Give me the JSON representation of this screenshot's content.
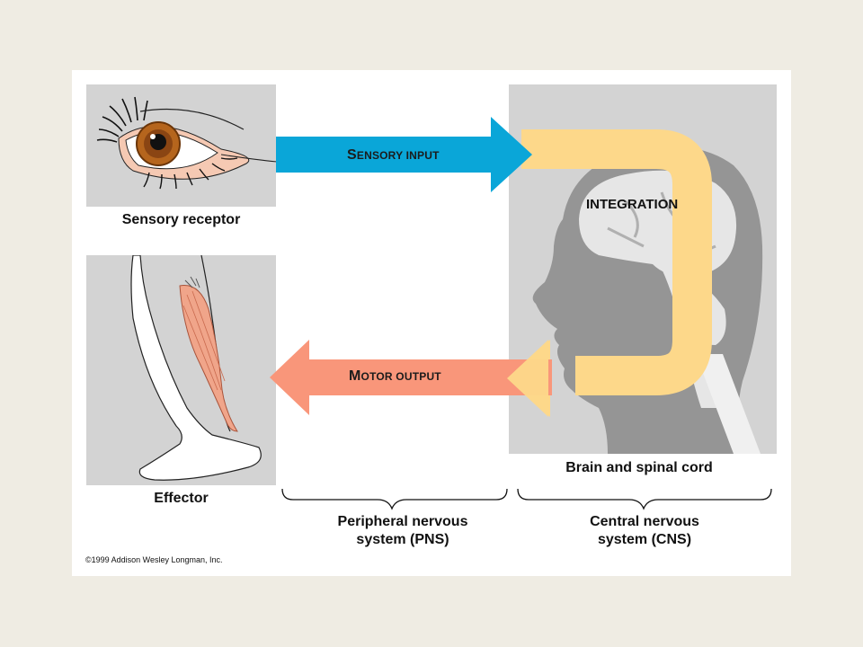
{
  "sensory_receptor": {
    "label": "Sensory receptor"
  },
  "effector": {
    "label": "Effector"
  },
  "sensory_input": {
    "first": "S",
    "rest": "ENSORY INPUT"
  },
  "motor_output": {
    "first": "M",
    "rest": "OTOR OUTPUT"
  },
  "integration": {
    "label": "INTEGRATION"
  },
  "brain_label": "Brain and spinal cord",
  "pns": {
    "line1": "Peripheral nervous",
    "line2": "system (PNS)"
  },
  "cns": {
    "line1": "Central nervous",
    "line2": "system (CNS)"
  },
  "copyright": "©1999 Addison Wesley Longman, Inc.",
  "colors": {
    "sensory_arrow": "#0aa6d8",
    "motor_arrow": "#f9967a",
    "integration_loop": "#fdd88a",
    "panel_gray": "#d3d3d3",
    "head_gray": "#959595",
    "brain_light": "#e6e6e6"
  }
}
